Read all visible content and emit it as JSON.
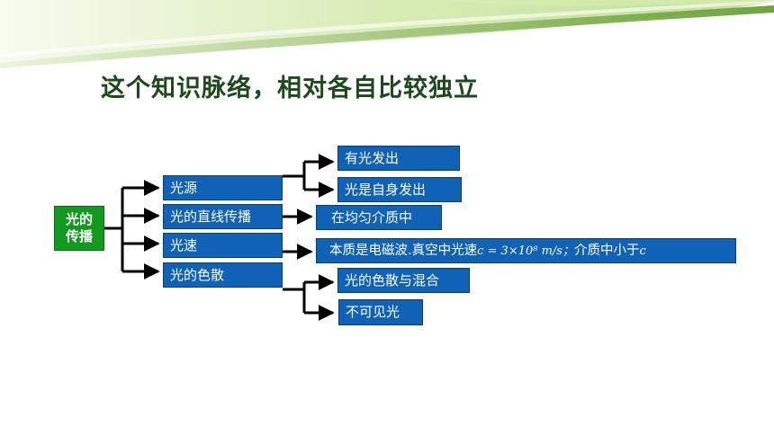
{
  "title": "这个知识脉络，相对各自比较独立",
  "colors": {
    "banner_green": "#8dc63f",
    "root_fill": "#119a1e",
    "box_fill": "#1062b6",
    "title_color": "#1c4a1c"
  },
  "diagram": {
    "root": {
      "line1": "光的",
      "line2": "传播"
    },
    "branches": {
      "source": {
        "label": "光源",
        "children": [
          "有光发出",
          "光是自身发出"
        ]
      },
      "straight": {
        "label": "光的直线传播",
        "children": [
          "在均匀介质中"
        ]
      },
      "speed": {
        "label": "光速",
        "note": {
          "lead": "本质是电磁波.真空中光速",
          "formula": "c = 3×10⁸ m/s；",
          "tail": "介质中小于",
          "symbol": "c"
        }
      },
      "dispersion": {
        "label": "光的色散",
        "children": [
          "光的色散与混合",
          "不可见光"
        ]
      }
    }
  }
}
